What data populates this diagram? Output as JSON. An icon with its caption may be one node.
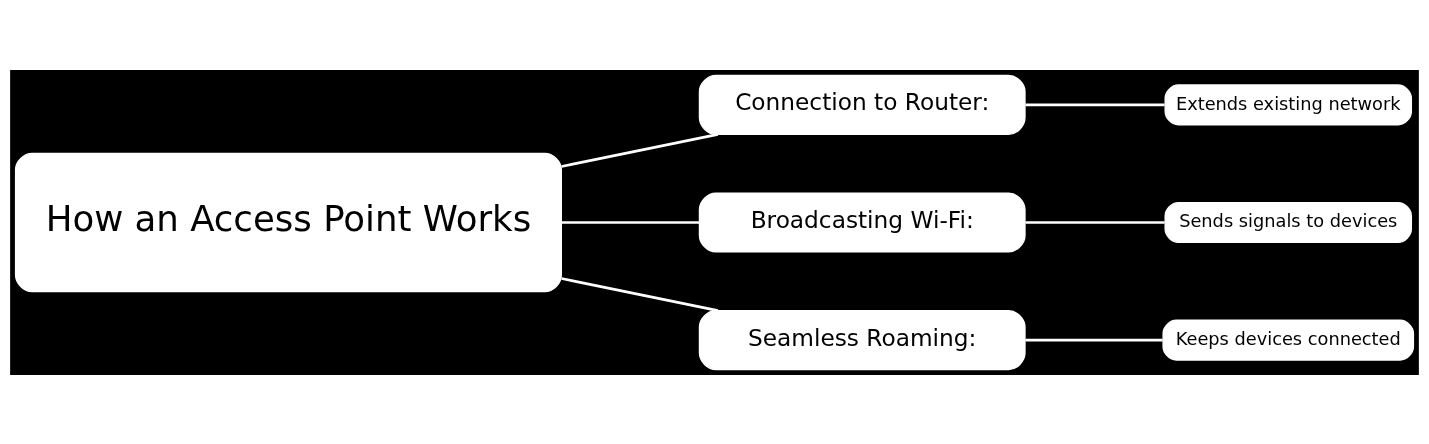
{
  "diagram": {
    "nodes": [
      {
        "text": [
          "How an Access Point Works"
        ]
      },
      {
        "text": [
          "Connection to Router:"
        ]
      },
      {
        "text": [
          "Broadcasting Wi-Fi:"
        ]
      },
      {
        "text": [
          "Seamless Roaming:"
        ]
      },
      {
        "text": [
          "Extends existing network"
        ]
      },
      {
        "text": [
          "Sends signals to devices"
        ]
      },
      {
        "text": [
          "Keeps devices connected"
        ]
      }
    ],
    "edges": [
      {
        "from": 0,
        "to": 1,
        "arrow": "none"
      },
      {
        "from": 0,
        "to": 2,
        "arrow": "none"
      },
      {
        "from": 0,
        "to": 3,
        "arrow": "none"
      },
      {
        "from": 1,
        "to": 4,
        "arrow": "none"
      },
      {
        "from": 2,
        "to": 5,
        "arrow": "none"
      },
      {
        "from": 3,
        "to": 6,
        "arrow": "none"
      }
    ]
  }
}
